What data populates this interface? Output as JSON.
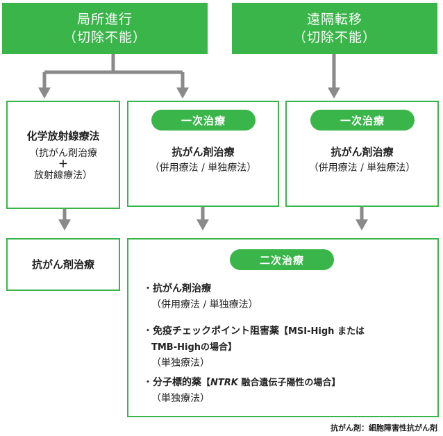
{
  "top_left": {
    "line1": "局所進行",
    "line2": "（切除不能）"
  },
  "top_right": {
    "line1": "遠隔転移",
    "line2": "（切除不能）"
  },
  "left_box": {
    "title": "化学放射線療法",
    "line1": "（抗がん剤治療",
    "plus": "＋",
    "line2": "放射線療法）"
  },
  "left_bottom_box": {
    "label": "抗がん剤治療"
  },
  "mid_box": {
    "pill": "一次治療",
    "title": "抗がん剤治療",
    "sub": "（併用療法 / 単独療法）"
  },
  "right_box": {
    "pill": "一次治療",
    "title": "抗がん剤治療",
    "sub": "（併用療法 / 単独療法）"
  },
  "second_box": {
    "pill": "二次治療",
    "items": [
      {
        "bullet": "・",
        "head": "抗がん剤治療",
        "note": "",
        "note2": "",
        "sub": "（併用療法 / 単独療法）"
      },
      {
        "bullet": "・",
        "head": "免疫チェックポイント阻害薬",
        "note": "【MSI-High または",
        "note2": "TMB-Highの場合】",
        "sub": "（単独療法）"
      },
      {
        "bullet": "・",
        "head": "分子標的薬",
        "note": "【",
        "note_em": "NTRK",
        "note_rest": " 融合遺伝子陽性の場合】",
        "sub": "（単独療法）"
      }
    ]
  },
  "footnote": "抗がん剤：細胞障害性抗がん剤"
}
